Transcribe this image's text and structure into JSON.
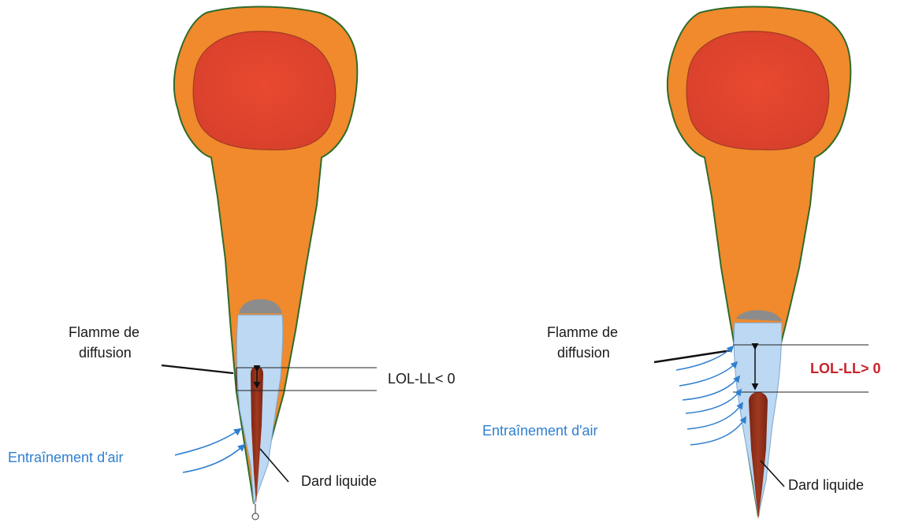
{
  "left_panel": {
    "flame_label_line1": "Flamme de",
    "flame_label_line2": "diffusion",
    "lift_label": "LOL-LL< 0",
    "air_label": "Entraînement d'air",
    "liquid_label": "Dard liquide"
  },
  "right_panel": {
    "flame_label_line1": "Flamme de",
    "flame_label_line2": "diffusion",
    "lift_label": "LOL-LL> 0",
    "air_label": "Entraînement d'air",
    "liquid_label": "Dard liquide"
  },
  "colors": {
    "outer_flame": "#f08a2c",
    "flame_border": "#2e6b2a",
    "core_flame": "#e2452f",
    "diffusion_zone": "#bcd8f2",
    "liquid_jet": "#8e2e1a",
    "air_arrows": "#2f7fd0",
    "positive_label": "#c8242b"
  }
}
